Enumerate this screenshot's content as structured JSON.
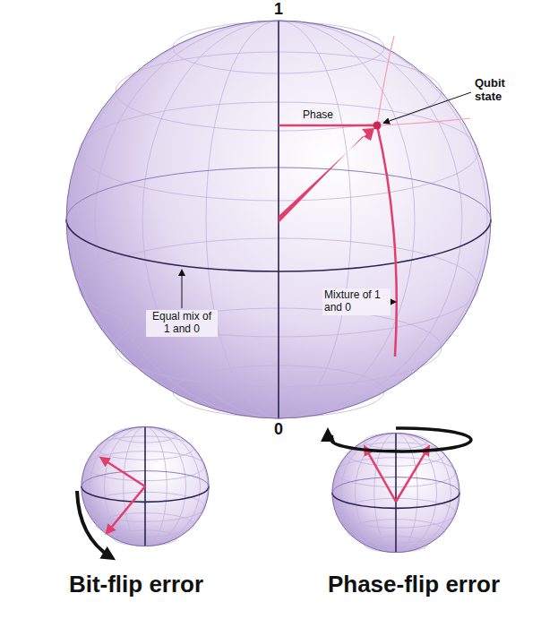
{
  "diagram": {
    "labels": [
      "1",
      "Qubit state",
      "Phase",
      "Mixture of 1 and 0",
      "Equal mix of 1 and 0",
      "0",
      "Bit-flip error",
      "Phase-flip error"
    ]
  }
}
